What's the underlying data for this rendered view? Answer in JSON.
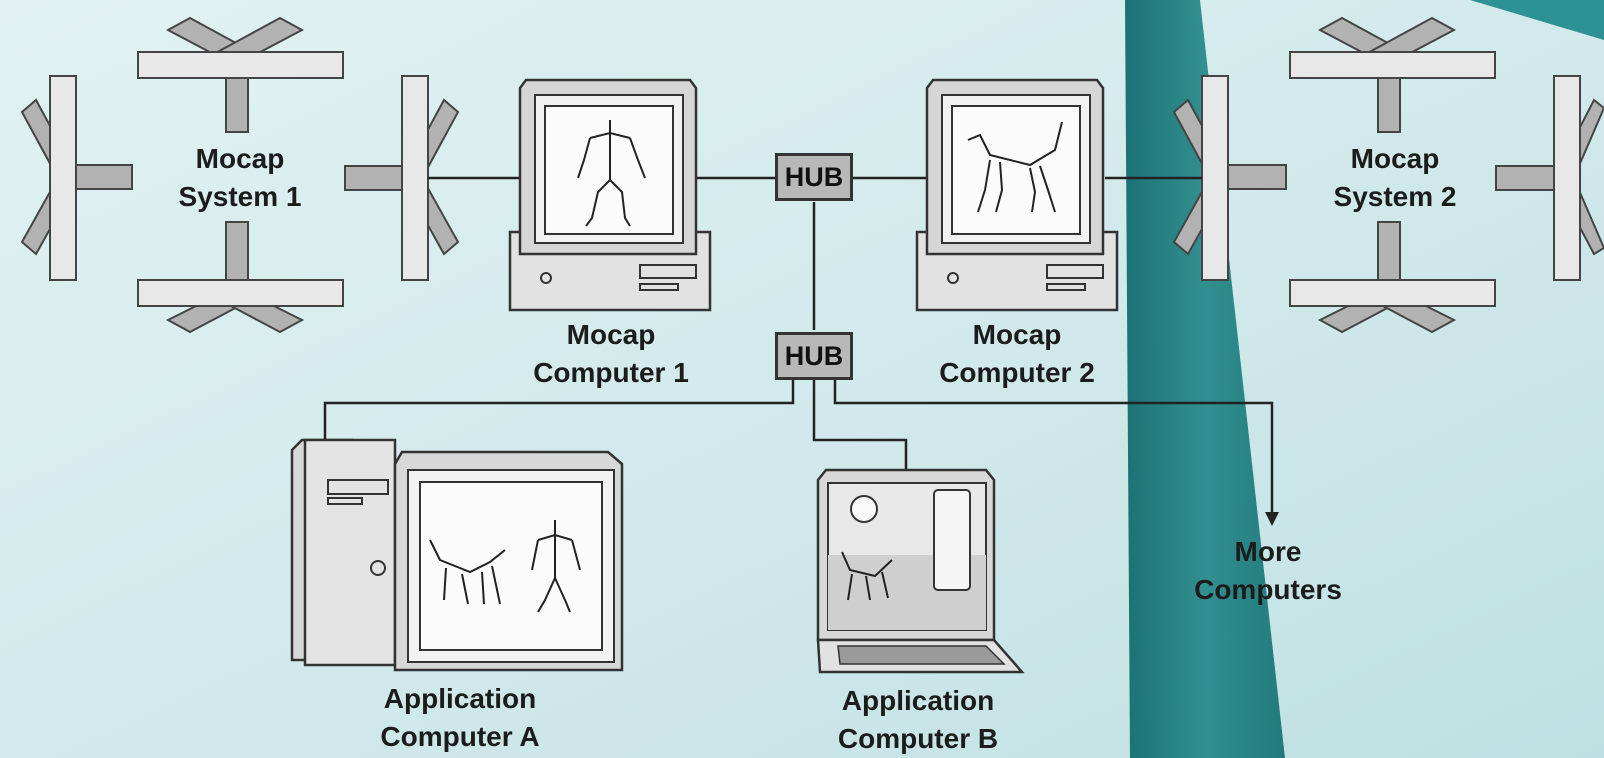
{
  "labels": {
    "mocap_system_1": [
      "Mocap",
      "System 1"
    ],
    "mocap_system_2": [
      "Mocap",
      "System 2"
    ],
    "mocap_computer_1": [
      "Mocap",
      "Computer 1"
    ],
    "mocap_computer_2": [
      "Mocap",
      "Computer 2"
    ],
    "application_computer_a": [
      "Application",
      "Computer A"
    ],
    "application_computer_b": [
      "Application",
      "Computer B"
    ],
    "more_computers": [
      "More",
      "Computers"
    ],
    "hub_top": "HUB",
    "hub_bottom": "HUB"
  },
  "colors": {
    "background": "#d3ebec",
    "teal_band": "#1f7f80",
    "device_fill": "#dedede",
    "stroke": "#333333"
  }
}
